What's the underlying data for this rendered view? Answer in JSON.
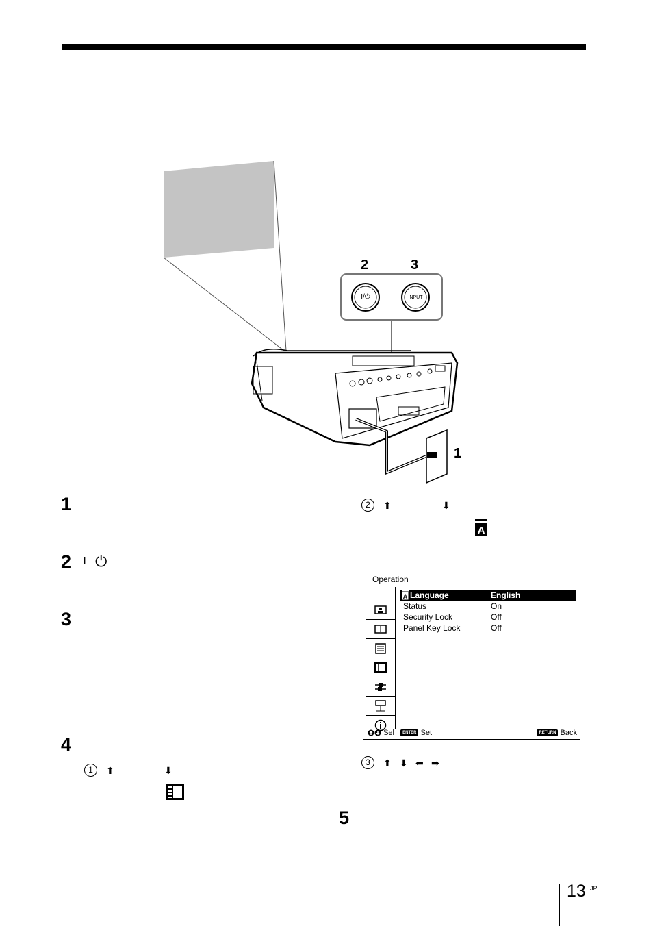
{
  "illustration": {
    "callouts": {
      "power": "2",
      "input": "3",
      "cord": "1"
    },
    "buttons": {
      "power_label": "I/⏻",
      "input_label": "INPUT"
    }
  },
  "steps": {
    "s1": "1",
    "s2": "2",
    "s2_symbol_bar": "I",
    "s2_symbol_power": "⏻",
    "s3": "3",
    "s4": "4",
    "s5": "5"
  },
  "substeps": {
    "a": {
      "num": "1",
      "up": "⬆",
      "down": "⬇"
    },
    "b": {
      "num": "2",
      "up": "⬆",
      "down": "⬇"
    },
    "c": {
      "num": "3",
      "up": "⬆",
      "down": "⬇",
      "left": "⬅",
      "right": "➡"
    }
  },
  "osd": {
    "title": "Operation",
    "rows": [
      {
        "label": "Language",
        "value": "English",
        "selected": true
      },
      {
        "label": "Status",
        "value": "On"
      },
      {
        "label": "Security Lock",
        "value": "Off"
      },
      {
        "label": "Panel Key Lock",
        "value": "Off"
      }
    ],
    "footer": {
      "sel": "Sel",
      "enter_key": "ENTER",
      "set": "Set",
      "return_key": "RETURN",
      "back": "Back"
    }
  },
  "page": {
    "number": "13",
    "suffix": "JP"
  }
}
